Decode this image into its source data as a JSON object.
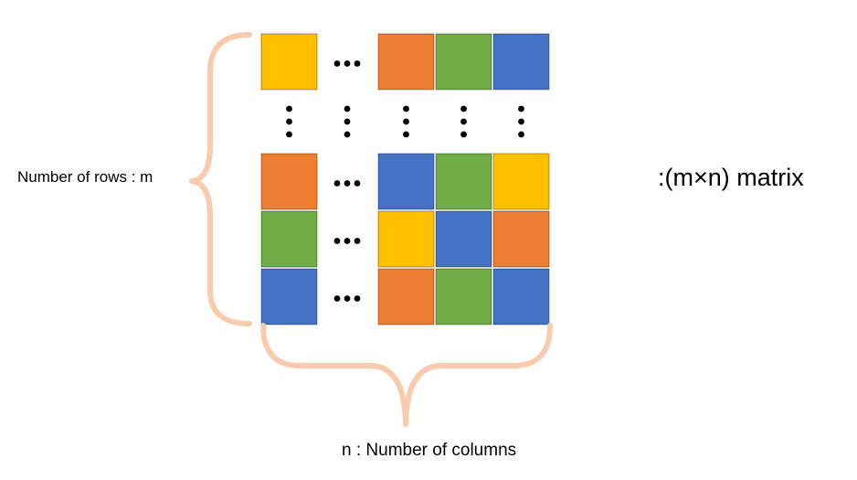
{
  "labels": {
    "rows": "Number of rows : m",
    "columns": "n :  Number of columns",
    "matrix": ":(m×n) matrix"
  },
  "colors": {
    "yellow": "#FFC000",
    "orange": "#ED7D31",
    "green": "#70AD47",
    "blue": "#4472C4",
    "brace": "#F8CBAD",
    "ellipsis": "#000000"
  },
  "matrix": {
    "rows": [
      {
        "first": "yellow",
        "cells": [
          "orange",
          "green",
          "blue"
        ]
      },
      {
        "first": "orange",
        "cells": [
          "blue",
          "green",
          "yellow"
        ]
      },
      {
        "first": "green",
        "cells": [
          "yellow",
          "blue",
          "orange"
        ]
      },
      {
        "first": "blue",
        "cells": [
          "orange",
          "green",
          "blue"
        ]
      }
    ],
    "column_ellipsis_rows": 1,
    "row_ellipsis_columns": 1
  }
}
